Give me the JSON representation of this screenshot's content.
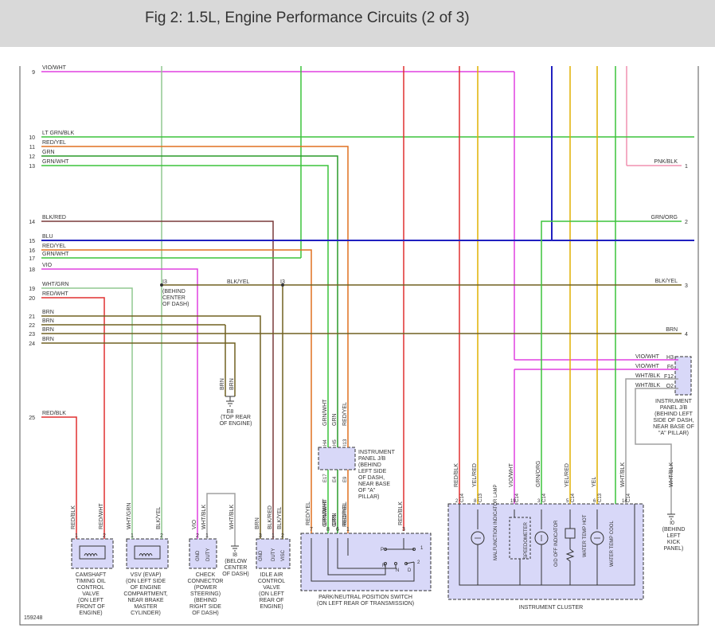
{
  "header": {
    "title": "Fig 2: 1.5L, Engine Performance Circuits (2 of 3)"
  },
  "figure_id": "159248",
  "left_wires": [
    {
      "num": "9",
      "label": "VIO/WHT"
    },
    {
      "num": "10",
      "label": "LT GRN/BLK"
    },
    {
      "num": "11",
      "label": "RED/YEL"
    },
    {
      "num": "12",
      "label": "GRN"
    },
    {
      "num": "13",
      "label": "GRN/WHT"
    },
    {
      "num": "14",
      "label": "BLK/RED"
    },
    {
      "num": "15",
      "label": "BLU"
    },
    {
      "num": "16",
      "label": "RED/YEL"
    },
    {
      "num": "17",
      "label": "GRN/WHT"
    },
    {
      "num": "18",
      "label": "VIO"
    },
    {
      "num": "19",
      "label": "WHT/GRN"
    },
    {
      "num": "20",
      "label": "RED/WHT"
    },
    {
      "num": "21",
      "label": "BRN"
    },
    {
      "num": "22",
      "label": "BRN"
    },
    {
      "num": "23",
      "label": "BRN"
    },
    {
      "num": "24",
      "label": "BRN"
    },
    {
      "num": "25",
      "label": "RED/BLK"
    }
  ],
  "right_wires": [
    {
      "num": "1",
      "label": "PNK/BLK"
    },
    {
      "num": "2",
      "label": "GRN/ORG"
    },
    {
      "num": "3",
      "label": "BLK/YEL"
    },
    {
      "num": "4",
      "label": "BRN"
    }
  ],
  "splices": [
    {
      "id": "I3",
      "note": [
        "(BEHIND",
        "CENTER",
        "OF DASH)"
      ]
    },
    {
      "id": "I3",
      "mid_label": "BLK/YEL"
    }
  ],
  "grounds": {
    "e8": {
      "wires": [
        "BRN",
        "BRN"
      ],
      "id": "E8",
      "note": [
        "(TOP REAR",
        "OF ENGINE)"
      ]
    },
    "i8": {
      "wire": "WHT/BLK",
      "id": "I8",
      "note": [
        "(BELOW",
        "CENTER",
        "OF DASH)"
      ]
    },
    "i0": {
      "wire": "WHT/BLK",
      "id": "I0",
      "note": [
        "(BEHIND",
        "LEFT",
        "KICK",
        "PANEL)"
      ]
    }
  },
  "components": {
    "camshaft_valve": {
      "wires": [
        "RED/BLK",
        "RED/WHT"
      ],
      "pins": [
        "1",
        "2"
      ],
      "name": [
        "CAMSHAFT",
        "TIMING OIL",
        "CONTROL",
        "VALVE",
        "(ON LEFT",
        "FRONT OF",
        "ENGINE)"
      ]
    },
    "vsv": {
      "wires": [
        "WHT/GRN",
        "BLK/YEL"
      ],
      "pins": [
        "1",
        "2"
      ],
      "name": [
        "VSV (EVAP)",
        "(ON LEFT SIDE",
        "OF ENGINE",
        "COMPARTMENT,",
        "NEAR BRAKE",
        "MASTER",
        "CYLINDER)"
      ]
    },
    "check_connector": {
      "wires": [
        "VIO",
        "WHT/BLK"
      ],
      "pins": [
        "2",
        "1"
      ],
      "inner": [
        "GND",
        "DUTY"
      ],
      "name": [
        "CHECK",
        "CONNECTOR",
        "(POWER",
        "STEERING)",
        "(BEHIND",
        "RIGHT SIDE",
        "OF DASH)"
      ]
    },
    "idle_air_valve": {
      "wires": [
        "BRN",
        "BLK/RED",
        "BLK/YEL"
      ],
      "pins": [
        "3",
        "1",
        "2"
      ],
      "inner": [
        "GND",
        "DUTY",
        "VISC"
      ],
      "name": [
        "IDLE AIR",
        "CONTROL",
        "VALVE",
        "(ON LEFT",
        "REAR OF",
        "ENGINE)"
      ]
    },
    "pn_switch": {
      "wires": [
        "RED/YEL",
        "GRN/WHT",
        "GRN",
        "RED/YEL",
        "RED/BLK"
      ],
      "pins": [
        "7",
        "8",
        "6",
        "1",
        "3"
      ],
      "contacts": [
        "P",
        "1",
        "R",
        "N",
        "D",
        "2"
      ],
      "name": [
        "PARK/NEUTRAL POSITION SWITCH",
        "(ON LEFT REAR OF TRANSMISSION)"
      ]
    },
    "ip_jb_left": {
      "wires": [
        "GRN/WHT",
        "GRN",
        "RED/YEL"
      ],
      "top_pins": [
        "H4",
        "H5",
        "I13"
      ],
      "bottom_pins": [
        "E17",
        "E4",
        "E9"
      ],
      "name": [
        "INSTRUMENT",
        "PANEL J/B",
        "(BEHIND",
        "LEFT SIDE",
        "OF DASH,",
        "NEAR BASE",
        "OF \"A\"",
        "PILLAR)"
      ]
    },
    "ip_jb_right": {
      "rows": [
        {
          "wire": "VIO/WHT",
          "pin": "H3"
        },
        {
          "wire": "VIO/WHT",
          "pin": "F6"
        },
        {
          "wire": "WHT/BLK",
          "pin": "F12"
        },
        {
          "wire": "WHT/BLK",
          "pin": "O2"
        }
      ],
      "name": [
        "INSTRUMENT",
        "PANEL J/B",
        "(BEHIND LEFT",
        "SIDE OF DASH,",
        "NEAR BASE OF",
        "\"A\" PILLAR)"
      ]
    },
    "cluster": {
      "wires": [
        "RED/BLK",
        "YEL/RED",
        "VIO/WHT",
        "GRN/ORG",
        "YEL/RED",
        "YEL",
        "WHT/BLK"
      ],
      "pins": [
        {
          "n": "2",
          "c": "C14"
        },
        {
          "n": "8",
          "c": "C13"
        },
        {
          "n": "19",
          "c": "C14"
        },
        {
          "n": "3",
          "c": "C14"
        },
        {
          "n": "5",
          "c": "C14"
        },
        {
          "n": "6",
          "c": "C13"
        },
        {
          "n": "14",
          "c": "C14"
        }
      ],
      "indicators": [
        "MALFUNCTION INDICATOR LAMP",
        "SPEEDOMETER",
        "O/D OFF INDICATOR",
        "WATER TEMP HOT",
        "WATER TEMP COOL"
      ],
      "name": "INSTRUMENT CLUSTER"
    }
  },
  "colors": {
    "magenta": "#e040e0",
    "green": "#3cc43c",
    "red": "#e03030",
    "dkgreen": "#2a9a2a",
    "brown": "#7a3a3a",
    "blue": "#2020c0",
    "orange": "#e07020",
    "olive": "#706020",
    "pink": "#f090b0",
    "gray": "#a0a0a0",
    "yellow": "#e0b000",
    "ltgreen": "#90c890",
    "dkolive": "#606000",
    "box": "#d8d8f8"
  }
}
